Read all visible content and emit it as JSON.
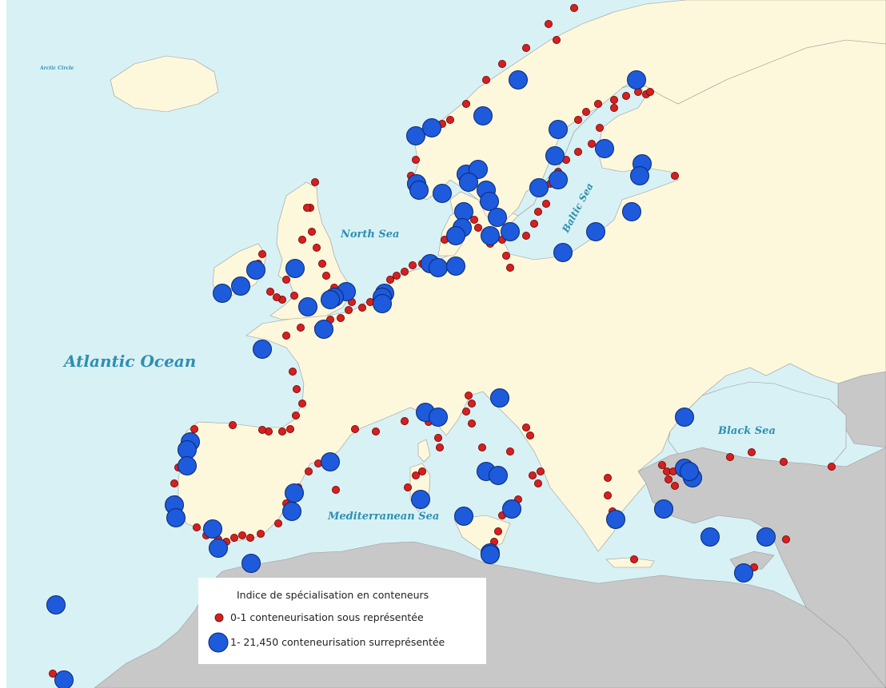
{
  "colors": {
    "sea": "#d8f1f5",
    "land_europe": "#fdf8dc",
    "land_other": "#c8c8c8",
    "small_port": "#d42020",
    "large_port": "#1e5adc",
    "label": "#2e8fb0"
  },
  "labels": {
    "arctic_circle": "Arctic Circle",
    "north_sea": "North Sea",
    "baltic_sea": "Baltic Sea",
    "atlantic_ocean": "Atlantic Ocean",
    "black_sea": "Black Sea",
    "mediterranean_sea": "Mediterranean Sea"
  },
  "legend": {
    "title": "Indice de spécialisation en conteneurs",
    "small_label": "0-1 conteneurisation sous représentée",
    "large_label": "1- 21,450 conteneurisation surreprésentée"
  }
}
